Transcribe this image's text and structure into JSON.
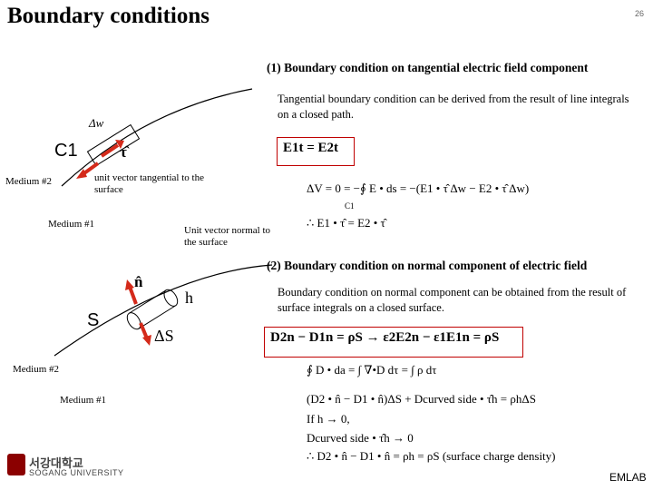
{
  "title": "Boundary conditions",
  "page_number": "26",
  "section1": {
    "heading": "(1) Boundary condition on tangential electric field component",
    "paragraph": "Tangential boundary condition can be derived from the result of line integrals on a closed path.",
    "boxed_equation": "E1t = E2t",
    "equation_line_integral": "ΔV = 0 = −∮ E • ds = −(E1 • τ̂ Δw − E2 • τ̂ Δw)",
    "integral_subscript": "C1",
    "equation_result": "∴ E1 • τ̂ = E2 • τ̂"
  },
  "diagram1": {
    "width_label": "Δw",
    "path_label": "C1",
    "tangent_label": "τ̂",
    "medium2_label": "Medium #2",
    "medium1_label": "Medium #1",
    "tangent_caption": "unit vector tangential to the surface",
    "normal_caption": "Unit vector normal to the surface"
  },
  "section2": {
    "heading": "(2) Boundary condition on normal component of electric field",
    "paragraph": "Boundary condition on normal component can be obtained from the result of surface integrals on a closed surface.",
    "boxed_equation": "D2n − D1n = ρS → ε2E2n − ε1E1n = ρS",
    "eq_divergence": "∮ D • da = ∫ ∇•D dτ = ∫ ρ dτ",
    "eq_flux": "(D2 • n̂ − D1 • n̂)ΔS + Dcurved side • τ̂h = ρhΔS",
    "eq_if": "If   h → 0,",
    "eq_curved": "Dcurved side • τ̂h → 0",
    "eq_final": "∴ D2 • n̂ − D1 • n̂ = ρh = ρS  (surface charge density)"
  },
  "diagram2": {
    "normal_label": "n̂",
    "height_label": "h",
    "surface_label": "S",
    "area_label": "ΔS",
    "medium2_label": "Medium #2",
    "medium1_label": "Medium #1"
  },
  "footer": {
    "logo_text": "서강대학교",
    "logo_sub": "SOGANG UNIVERSITY",
    "emlab": "EMLAB"
  },
  "colors": {
    "accent": "#c00000",
    "arrow": "#d42a1a"
  }
}
